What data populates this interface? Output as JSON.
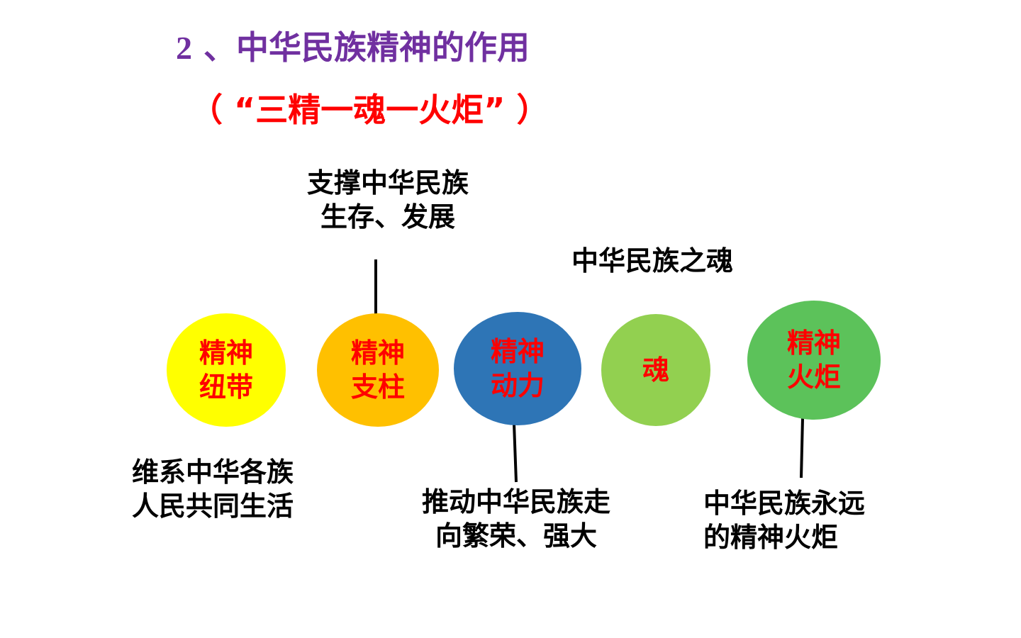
{
  "title": {
    "number": "2",
    "separator": "、",
    "text": "中华民族精神的作用"
  },
  "subtitle": "（ “三精一魂一火炬” ）",
  "nodes": [
    {
      "line1": "精神",
      "line2": "纽带",
      "color": "#ffff00"
    },
    {
      "line1": "精神",
      "line2": "支柱",
      "color": "#ffc000"
    },
    {
      "line1": "精神",
      "line2": "动力",
      "color": "#2e75b6"
    },
    {
      "line1": "魂",
      "line2": "",
      "color": "#92d050"
    },
    {
      "line1": "精神",
      "line2": "火炬",
      "color": "#5cc25a"
    }
  ],
  "node_text_color": "#ff0000",
  "descriptions": {
    "bond": {
      "line1": "维系中华各族",
      "line2": "人民共同生活"
    },
    "pillar": {
      "line1": "支撑中华民族",
      "line2": "生存、发展"
    },
    "power": {
      "line1": "推动中华民族走",
      "line2": "向繁荣、强大"
    },
    "soul": {
      "line1": "中华民族之魂"
    },
    "torch": {
      "line1": "中华民族永远",
      "line2": "的精神火炬"
    }
  }
}
